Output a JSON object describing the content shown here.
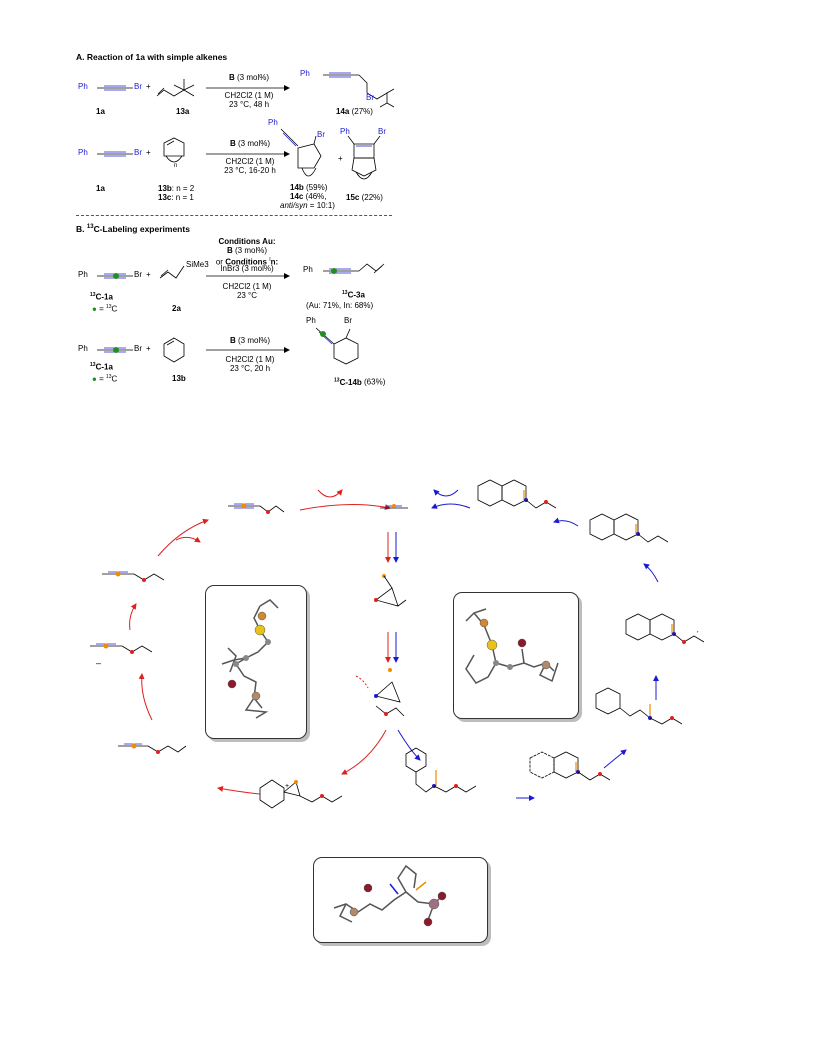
{
  "sectionA": {
    "title": "A. Reaction of 1a with simple alkenes",
    "row1": {
      "ph": "Ph",
      "br": "Br",
      "plus": "+",
      "label1": "1a",
      "label2": "13a",
      "cat": "B",
      "cat_rest": " (3 mol%)",
      "solvent": "CH2Cl2 (1 M)",
      "temp": "23 °C, 48 h",
      "prod_ph": "Ph",
      "prod_br": "Br",
      "product": "14a",
      "yield": " (27%)"
    },
    "row2": {
      "ph": "Ph",
      "br": "Br",
      "plus": "+",
      "n": "n",
      "label1": "1a",
      "label2a": "13b",
      "label2a_rest": ": n = 2",
      "label2b": "13c",
      "label2b_rest": ": n = 1",
      "cat": "B",
      "cat_rest": " (3 mol%)",
      "solvent": "CH2Cl2 (1 M)",
      "temp": "23 °C, 16-20 h",
      "prod_ph": "Ph",
      "prod_br": "Br",
      "p1": "14b",
      "p1_rest": " (59%)",
      "p2": "14c",
      "p2_rest": " (46%,",
      "p2_ratio_it": "anti/syn",
      "p2_ratio": " = 10:1)",
      "plus2": "+",
      "p3_ph": "Ph",
      "p3_br": "Br",
      "p3": "15c",
      "p3_rest": " (22%)"
    }
  },
  "sectionB": {
    "title_sup": "13",
    "title": "B. ",
    "title_rest": "C-Labeling experiments",
    "row1": {
      "ph": "Ph",
      "br": "Br",
      "plus": "+",
      "tms": "SiMe3",
      "label1": "C-1a",
      "label1_sup": "13",
      "legend": "= ",
      "legend_sup": "13",
      "legend_c": "C",
      "label2": "2a",
      "c1": "Conditions Au:",
      "c2": "B",
      "c2_rest": " (3 mol%)",
      "c3": "or ",
      "c3_b": "Conditions ",
      "c3_sup": "I",
      "c3_rest": "n:",
      "c4": "InBr3 (3 mol%)",
      "solvent": "CH2Cl2 (1 M)",
      "temp": "23 °C",
      "prod_ph": "Ph",
      "product_sup": "13",
      "product": "C-3a",
      "yield": "(Au: 71%, In: 68%)"
    },
    "row2": {
      "ph": "Ph",
      "br": "Br",
      "plus": "+",
      "label1": "C-1a",
      "label1_sup": "13",
      "legend": "= ",
      "legend_sup": "13",
      "legend_c": "C",
      "label2": "13b",
      "cat": "B",
      "cat_rest": " (3 mol%)",
      "solvent": "CH2Cl2 (1 M)",
      "temp": "23 °C, 20 h",
      "prod_ph": "Ph",
      "prod_br": "Br",
      "product_sup": "13",
      "product": "C-14b",
      "yield": " (63%)"
    }
  },
  "cycle": {
    "plus_sign": "+",
    "minus_sign": "–",
    "tick": "ˊ"
  },
  "colors": {
    "blue": "#1a1ad6",
    "red": "#e02020",
    "orange": "#f08c00",
    "green": "#1f8f1f",
    "gold": "#e8c21a",
    "bromine": "#8b1a2b",
    "silicon": "#b08a6a"
  }
}
